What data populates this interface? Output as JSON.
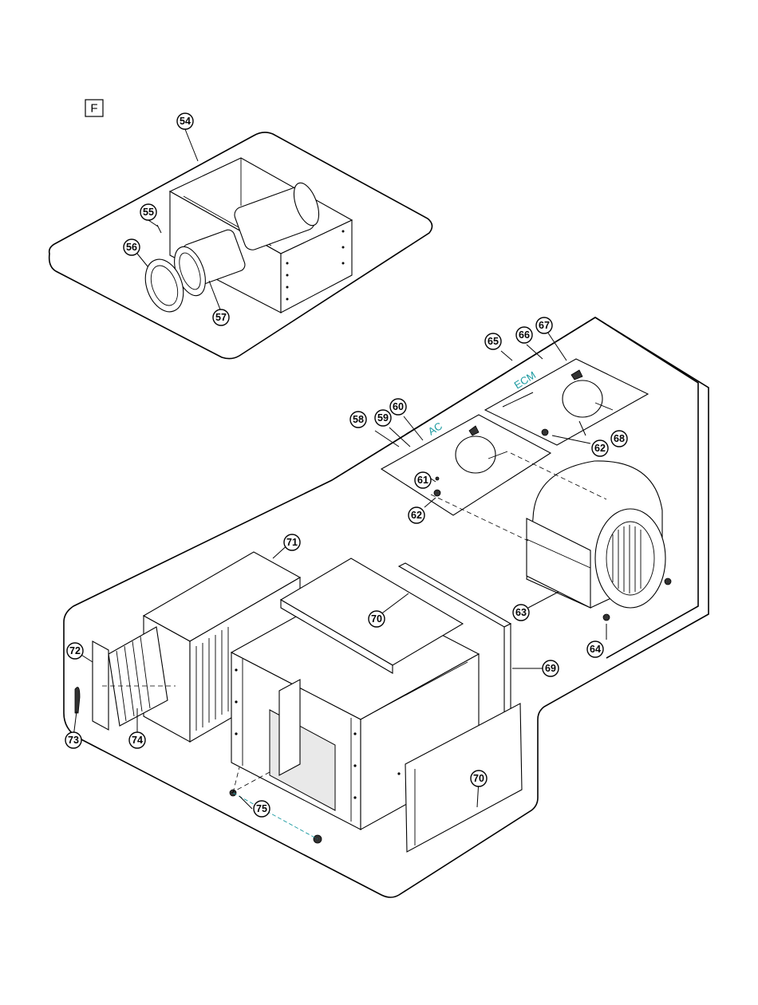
{
  "section_label": "F",
  "motor_labels": {
    "ac": "AC",
    "ecm": "ECM"
  },
  "callouts": [
    "54",
    "55",
    "56",
    "57",
    "58",
    "59",
    "60",
    "61",
    "62",
    "62",
    "63",
    "64",
    "65",
    "66",
    "67",
    "68",
    "69",
    "70",
    "70",
    "71",
    "72",
    "73",
    "74",
    "75"
  ],
  "colors": {
    "line": "#000000",
    "accent_teal": "#1a9aa0",
    "background": "#ffffff"
  }
}
